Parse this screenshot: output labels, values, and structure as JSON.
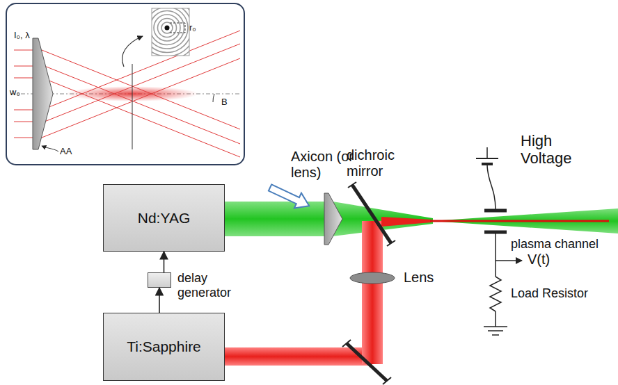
{
  "diagram": {
    "nodes": [
      {
        "text": [
          "Nd:YAG"
        ]
      },
      {
        "text": [
          "delay generator"
        ]
      },
      {
        "text": [
          "Ti:Sapphire"
        ]
      }
    ],
    "edges": [
      {
        "from": 2,
        "to": 1,
        "arrow": "to"
      },
      {
        "from": 1,
        "to": 0,
        "arrow": "to"
      }
    ],
    "labels": [
      "I₀, λ",
      "w₀",
      "r₀",
      "AA",
      "B",
      "Axicon (or lens)",
      "dichroic mirror",
      "High Voltage",
      "plasma channel",
      "Lens",
      "V(t)",
      "Load Resistor"
    ]
  }
}
